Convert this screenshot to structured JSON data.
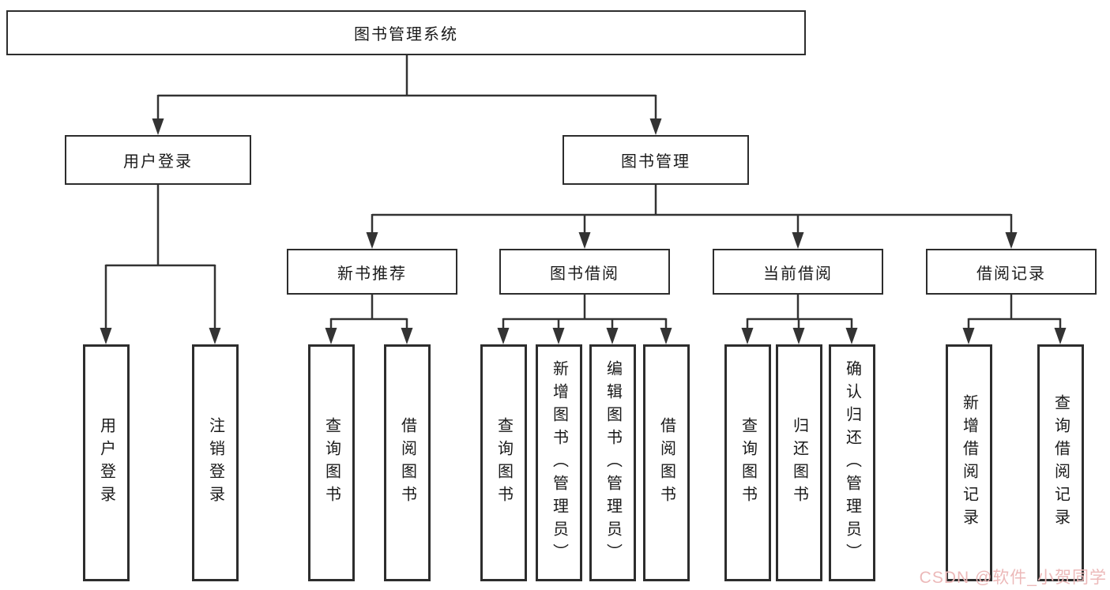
{
  "tree": {
    "root": "图书管理系统",
    "level2": [
      {
        "label": "用户登录",
        "children": [
          "用户登录",
          "注销登录"
        ]
      },
      {
        "label": "图书管理",
        "children": [
          {
            "label": "新书推荐",
            "children": [
              "查询图书",
              "借阅图书"
            ]
          },
          {
            "label": "图书借阅",
            "children": [
              "查询图书",
              "新增图书（管理员）",
              "编辑图书（管理员）",
              "借阅图书"
            ]
          },
          {
            "label": "当前借阅",
            "children": [
              "查询图书",
              "归还图书",
              "确认归还（管理员）"
            ]
          },
          {
            "label": "借阅记录",
            "children": [
              "新增借阅记录",
              "查询借阅记录"
            ]
          }
        ]
      }
    ]
  },
  "watermark": "CSDN @软件_小贺同学",
  "colors": {
    "line": "#333333",
    "border": "#2d2d2d",
    "text": "#1a1a1a",
    "watermark": "#ecb9b9",
    "background": "#ffffff"
  }
}
